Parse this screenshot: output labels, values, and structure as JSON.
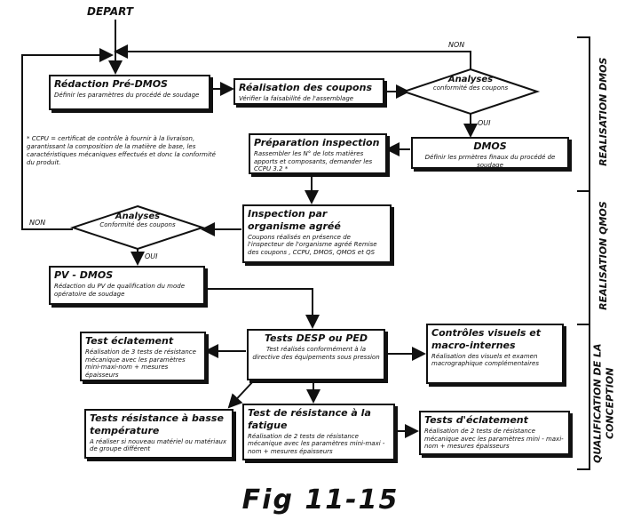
{
  "start": "DEPART",
  "edges": {
    "non_top": "NON",
    "oui_1": "OUI",
    "non_left": "NON",
    "oui_2": "OUI"
  },
  "boxes": {
    "redaction": {
      "title": "Rédaction Pré-DMOS",
      "desc": "Définir les paramètres du procédé de soudage"
    },
    "coupons": {
      "title": "Réalisation des coupons",
      "desc": "Vérifier la faisabilité de l'assemblage"
    },
    "analyses1": {
      "title": "Analyses",
      "desc": "conformité des coupons"
    },
    "dmos": {
      "title": "DMOS",
      "desc": "Définir les prmètres finaux du procédé de soudage"
    },
    "preparation": {
      "title": "Préparation inspection",
      "desc": "Rassembler les N° de lots matières apports et composants, demander les CCPU 3.2 *"
    },
    "inspection": {
      "title": "Inspection par organisme agréé",
      "desc": "Coupons réalisés en présence de l'inspecteur de l'organisme agréé Remise des coupons , CCPU, DMOS, QMOS et QS"
    },
    "analyses2": {
      "title": "Analyses",
      "desc": "Conformité des coupons"
    },
    "pv": {
      "title": "PV - DMOS",
      "desc": "Rédaction du PV de qualification du mode opératoire de soudage"
    },
    "eclatement": {
      "title": "Test éclatement",
      "desc": "Réalisation de 3 tests de résistance mécanique avec les paramètres mini-maxi-nom + mesures épaisseurs"
    },
    "desp": {
      "title": "Tests DESP ou PED",
      "desc": "Test réalisés conformément à la directive des équipements sous pression"
    },
    "controles": {
      "title": "Contrôles visuels et macro-internes",
      "desc": "Réalisation des visuels et examen macrographique complémentaires"
    },
    "basse": {
      "title": "Tests résistance à basse température",
      "desc": "A réaliser si nouveau matériel ou matériaux de groupe différent"
    },
    "fatigue": {
      "title": "Test de résistance à la fatigue",
      "desc": "Réalisation de 2 tests de résistance mécanique avec les paramètres mini-maxi - nom + mesures épaisseurs"
    },
    "eclatement2": {
      "title": "Tests d'éclatement",
      "desc": "Réalisation de 2 tests de résistance mécanique avec les paramètres mini - maxi- nom + mesures épaisseurs"
    }
  },
  "footnote": "* CCPU = certificat de contrôle à fournir à la livraison, garantissant la composition de la matière de base, les caractéristiques mécaniques effectués et donc la conformité du produit.",
  "sections": {
    "s1": "REALISATION DMOS",
    "s2": "REALISATION QMOS",
    "s3": "QUALIFICATION DE LA CONCEPTION"
  },
  "caption": "Fig 11-15"
}
